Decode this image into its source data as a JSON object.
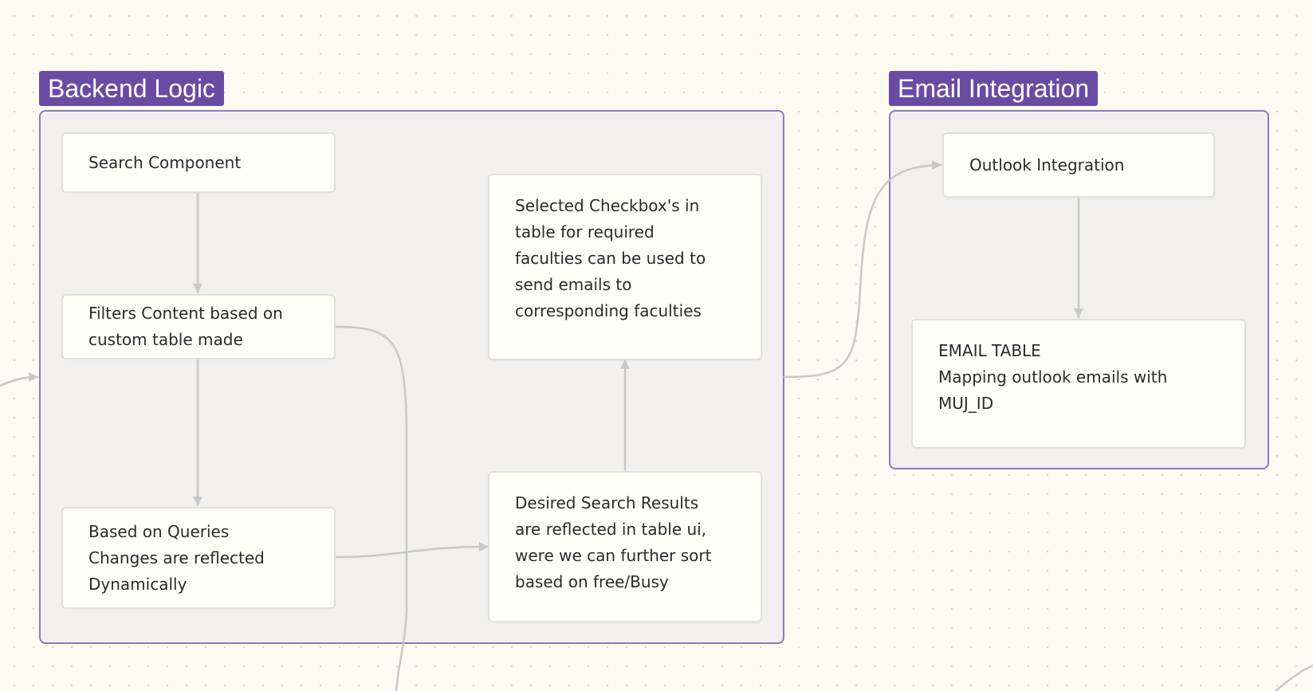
{
  "groups": {
    "backend": {
      "label": "Backend Logic"
    },
    "email": {
      "label": "Email Integration"
    }
  },
  "nodes": {
    "search_component": "Search Component",
    "filters_content": "Filters Content based on\ncustom table made",
    "based_on_queries": "Based on Queries\nChanges are reflected\nDynamically",
    "selected_checkboxes": "Selected Checkbox's in\ntable for required\nfaculties can be used to\nsend emails to\ncorresponding faculties",
    "desired_results": "Desired Search Results\nare reflected in table ui,\nwere we can further sort\nbased on free/Busy",
    "outlook_integration": "Outlook Integration",
    "email_table": "EMAIL TABLE\nMapping outlook emails with\nMUJ_ID"
  },
  "colors": {
    "group_label_bg": "#6a4ba3",
    "group_border": "#8c79bd",
    "group_fill": "#f1f0ee",
    "node_fill": "#fffffa",
    "edge": "#c8c8c8",
    "canvas": "#fcfbf2"
  }
}
